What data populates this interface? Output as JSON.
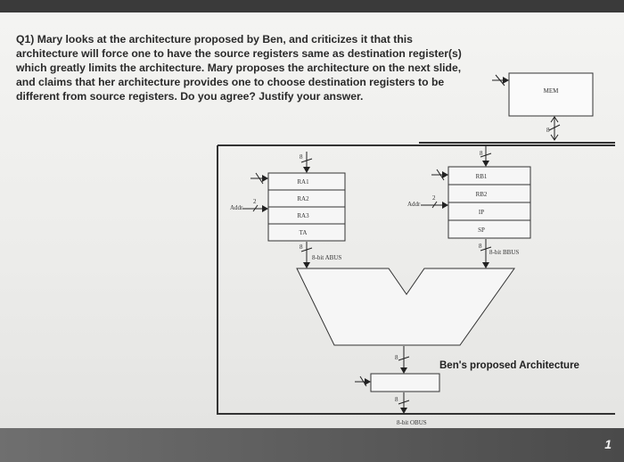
{
  "question": "Q1) Mary looks at the architecture proposed by Ben, and criticizes it that this architecture will force one to have the source registers same as destination register(s) which greatly limits the architecture. Mary proposes the architecture on the next slide, and claims that her architecture provides one to choose destination registers to be different from source registers. Do you agree? Justify your answer.",
  "slide_number": "1",
  "diagram": {
    "memory_label": "MEM",
    "register_file_a": {
      "registers": [
        "RA1",
        "RA2",
        "RA3",
        "TA"
      ],
      "addr_label": "Addr",
      "addr_width": "2"
    },
    "register_file_b": {
      "registers": [
        "RB1",
        "RB2",
        "IP",
        "SP"
      ],
      "addr_label": "Addr",
      "addr_width": "2"
    },
    "abus_label": "8-bit ABUS",
    "bbus_label": "8-bit BBUS",
    "obus_label": "8-bit OBUS",
    "bus_width": "8",
    "caption": "Ben's proposed Architecture"
  }
}
